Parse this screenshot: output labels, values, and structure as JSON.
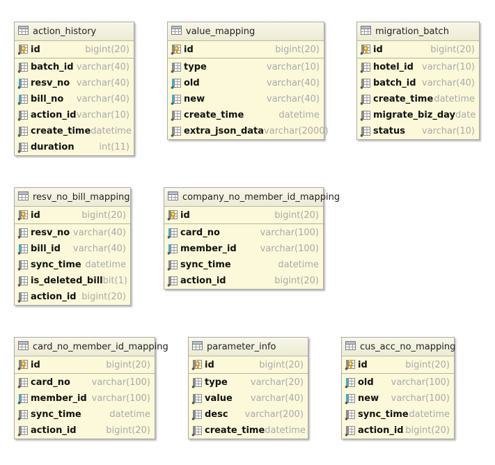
{
  "tables": [
    {
      "name": "action_history",
      "columns": [
        {
          "name": "id",
          "type": "bigint(20)",
          "kind": "pk"
        },
        {
          "name": "batch_id",
          "type": "varchar(40)",
          "kind": "col"
        },
        {
          "name": "resv_no",
          "type": "varchar(40)",
          "kind": "idx"
        },
        {
          "name": "bill_no",
          "type": "varchar(40)",
          "kind": "idx"
        },
        {
          "name": "action_id",
          "type": "varchar(10)",
          "kind": "col"
        },
        {
          "name": "create_time",
          "type": "datetime",
          "kind": "col"
        },
        {
          "name": "duration",
          "type": "int(11)",
          "kind": "col"
        }
      ]
    },
    {
      "name": "value_mapping",
      "columns": [
        {
          "name": "id",
          "type": "bigint(20)",
          "kind": "pk"
        },
        {
          "name": "type",
          "type": "varchar(10)",
          "kind": "col"
        },
        {
          "name": "old",
          "type": "varchar(40)",
          "kind": "idx"
        },
        {
          "name": "new",
          "type": "varchar(40)",
          "kind": "idx"
        },
        {
          "name": "create_time",
          "type": "datetime",
          "kind": "col"
        },
        {
          "name": "extra_json_data",
          "type": "varchar(2000)",
          "kind": "col"
        }
      ]
    },
    {
      "name": "migration_batch",
      "columns": [
        {
          "name": "id",
          "type": "bigint(20)",
          "kind": "pk"
        },
        {
          "name": "hotel_id",
          "type": "varchar(10)",
          "kind": "col"
        },
        {
          "name": "batch_id",
          "type": "varchar(40)",
          "kind": "col"
        },
        {
          "name": "create_time",
          "type": "datetime",
          "kind": "col"
        },
        {
          "name": "migrate_biz_day",
          "type": "date",
          "kind": "col"
        },
        {
          "name": "status",
          "type": "varchar(10)",
          "kind": "col"
        }
      ]
    },
    {
      "name": "resv_no_bill_mapping",
      "columns": [
        {
          "name": "id",
          "type": "bigint(20)",
          "kind": "pk"
        },
        {
          "name": "resv_no",
          "type": "varchar(40)",
          "kind": "col"
        },
        {
          "name": "bill_id",
          "type": "varchar(40)",
          "kind": "idx"
        },
        {
          "name": "sync_time",
          "type": "datetime",
          "kind": "col"
        },
        {
          "name": "is_deleted_bill",
          "type": "bit(1)",
          "kind": "col"
        },
        {
          "name": "action_id",
          "type": "bigint(20)",
          "kind": "col"
        }
      ]
    },
    {
      "name": "company_no_member_id_mapping",
      "columns": [
        {
          "name": "id",
          "type": "bigint(20)",
          "kind": "pk"
        },
        {
          "name": "card_no",
          "type": "varchar(100)",
          "kind": "idx"
        },
        {
          "name": "member_id",
          "type": "varchar(100)",
          "kind": "idx"
        },
        {
          "name": "sync_time",
          "type": "datetime",
          "kind": "col"
        },
        {
          "name": "action_id",
          "type": "bigint(20)",
          "kind": "col"
        }
      ]
    },
    {
      "name": "card_no_member_id_mapping",
      "columns": [
        {
          "name": "id",
          "type": "bigint(20)",
          "kind": "pk"
        },
        {
          "name": "card_no",
          "type": "varchar(100)",
          "kind": "col"
        },
        {
          "name": "member_id",
          "type": "varchar(100)",
          "kind": "idx"
        },
        {
          "name": "sync_time",
          "type": "datetime",
          "kind": "col"
        },
        {
          "name": "action_id",
          "type": "bigint(20)",
          "kind": "col"
        }
      ]
    },
    {
      "name": "parameter_info",
      "columns": [
        {
          "name": "id",
          "type": "bigint(20)",
          "kind": "pk"
        },
        {
          "name": "type",
          "type": "varchar(20)",
          "kind": "col"
        },
        {
          "name": "value",
          "type": "varchar(40)",
          "kind": "col"
        },
        {
          "name": "desc",
          "type": "varchar(200)",
          "kind": "col"
        },
        {
          "name": "create_time",
          "type": "datetime",
          "kind": "col"
        }
      ]
    },
    {
      "name": "cus_acc_no_mapping",
      "columns": [
        {
          "name": "id",
          "type": "bigint(20)",
          "kind": "pk"
        },
        {
          "name": "old",
          "type": "varchar(100)",
          "kind": "idx"
        },
        {
          "name": "new",
          "type": "varchar(100)",
          "kind": "idx"
        },
        {
          "name": "sync_time",
          "type": "datetime",
          "kind": "col"
        },
        {
          "name": "action_id",
          "type": "bigint(20)",
          "kind": "col"
        }
      ]
    }
  ]
}
